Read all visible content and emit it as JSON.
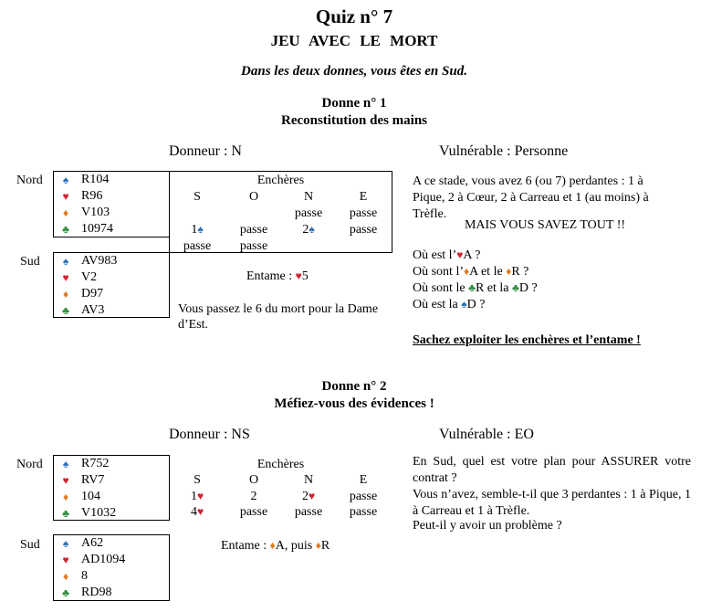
{
  "title": "Quiz n° 7",
  "subtitle": "JEU AVEC LE MORT",
  "intro": "Dans les deux donnes, vous êtes en Sud.",
  "suit_colors": {
    "spade": "#2e6fb7",
    "heart": "#d0202e",
    "diamond": "#e07b22",
    "club": "#2e8b3c"
  },
  "suit_symbols": {
    "spade": "♠",
    "heart": "♥",
    "diamond": "♦",
    "club": "♣"
  },
  "donne1": {
    "heading": "Donne n° 1",
    "subheading": "Reconstitution des mains",
    "dealer": "Donneur : N",
    "vulnerable": "Vulnérable : Personne",
    "north_label": "Nord",
    "north": {
      "spades": "R104",
      "hearts": "R96",
      "diamonds": "V103",
      "clubs": "10974"
    },
    "south_label": "Sud",
    "south": {
      "spades": "AV983",
      "hearts": "V2",
      "diamonds": "D97",
      "clubs": "AV3"
    },
    "auction_title": "Enchères",
    "auction_headers": [
      "S",
      "O",
      "N",
      "E"
    ],
    "auction": {
      "r1_n": "passe",
      "r1_e": "passe",
      "r2_s": "1",
      "r2_o": "passe",
      "r2_n": "2",
      "r2_e": "passe",
      "r3_s": "passe",
      "r3_o": "passe"
    },
    "lead_text": "Entame : ",
    "lead_card": "5",
    "play_note": "Vous passez le 6 du mort pour la Dame d’Est.",
    "analysis": "A ce stade, vous avez 6 (ou 7) perdantes : 1 à Pique, 2 à Cœur, 2 à Carreau et 1 (au moins) à Trèfle.",
    "emphasis": "MAIS VOUS SAVEZ TOUT !!",
    "q1_pre": "Où est l’",
    "q1_card": "A",
    "q1_post": " ?",
    "q2_pre": "Où sont l’",
    "q2_card1": "A",
    "q2_mid": " et le ",
    "q2_card2": "R",
    "q2_post": " ?",
    "q3_pre": "Où sont le ",
    "q3_card1": "R",
    "q3_mid": " et la ",
    "q3_card2": "D",
    "q3_post": " ?",
    "q4_pre": "Où est la ",
    "q4_card": "D",
    "q4_post": " ?",
    "advice": "Sachez exploiter les enchères et l’entame !"
  },
  "donne2": {
    "heading": "Donne n° 2",
    "subheading": "Méfiez-vous des évidences !",
    "dealer": "Donneur : NS",
    "vulnerable": "Vulnérable : EO",
    "north_label": "Nord",
    "north": {
      "spades": "R752",
      "hearts": "RV7",
      "diamonds": "104",
      "clubs": "V1032"
    },
    "south_label": "Sud",
    "south": {
      "spades": "A62",
      "hearts": "AD1094",
      "diamonds": "8",
      "clubs": "RD98"
    },
    "auction_title": "Enchères",
    "auction_headers": [
      "S",
      "O",
      "N",
      "E"
    ],
    "auction": {
      "r1_s": "1",
      "r1_o": "2",
      "r1_n": "2",
      "r1_e": "passe",
      "r2_s": "4",
      "r2_o": "passe",
      "r2_n": "passe",
      "r2_e": "passe"
    },
    "lead_text": "Entame : ",
    "lead_card1": "A, puis ",
    "lead_card2": "R",
    "text": "En Sud, quel est votre plan pour ASSURER votre contrat ?",
    "text2": "Vous n’avez, semble-t-il que 3 perdantes : 1 à Pique, 1 à Carreau et 1 à Trèfle.",
    "text3": "Peut-il y avoir un problème ?"
  }
}
